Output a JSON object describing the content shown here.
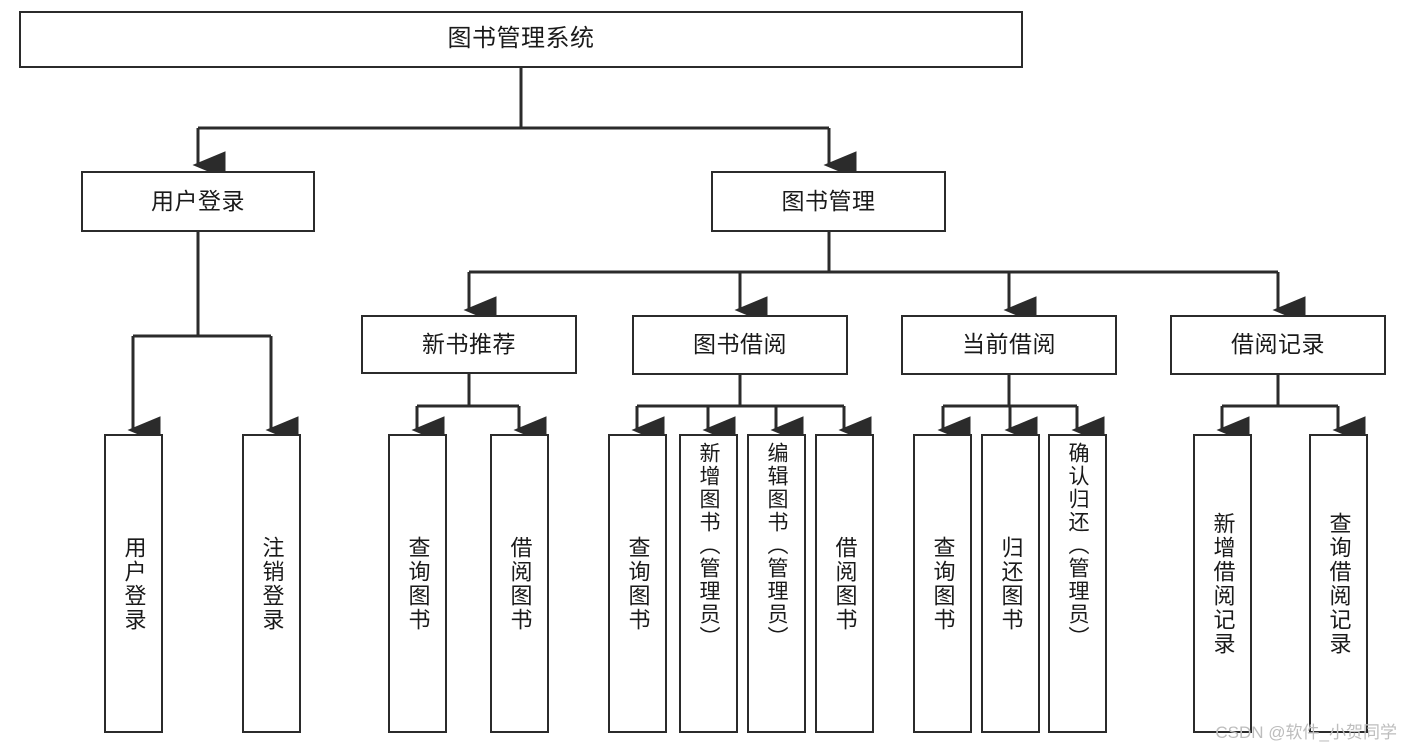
{
  "diagram": {
    "title": "图书管理系统",
    "watermark": "CSDN @软件_小贺同学",
    "colors": {
      "border": "#2b2b2b",
      "background": "#ffffff",
      "text": "#1a1a1a",
      "connector": "#2b2b2b",
      "watermark": "#bdbdbd"
    },
    "levels": {
      "root": "图书管理系统",
      "level2": [
        "用户登录",
        "图书管理"
      ],
      "level3": [
        "新书推荐",
        "图书借阅",
        "当前借阅",
        "借阅记录"
      ]
    },
    "nodes": {
      "root": {
        "label": "图书管理系统"
      },
      "user_login": {
        "label": "用户登录"
      },
      "book_manage": {
        "label": "图书管理"
      },
      "new_book_rec": {
        "label": "新书推荐"
      },
      "book_borrow": {
        "label": "图书借阅"
      },
      "current_borrow": {
        "label": "当前借阅"
      },
      "borrow_record": {
        "label": "借阅记录"
      },
      "leaf_user_login": {
        "label": "用户登录"
      },
      "leaf_user_logout": {
        "label": "注销登录"
      },
      "leaf_query_book_1": {
        "label": "查询图书"
      },
      "leaf_borrow_book_1": {
        "label": "借阅图书"
      },
      "leaf_query_book_2": {
        "label": "查询图书"
      },
      "leaf_add_book_admin": {
        "label": "新增图书（管理员）"
      },
      "leaf_edit_book_admin": {
        "label": "编辑图书（管理员）"
      },
      "leaf_borrow_book_2": {
        "label": "借阅图书"
      },
      "leaf_query_book_3": {
        "label": "查询图书"
      },
      "leaf_return_book": {
        "label": "归还图书"
      },
      "leaf_confirm_return_admin": {
        "label": "确认归还（管理员）"
      },
      "leaf_add_record": {
        "label": "新增借阅记录"
      },
      "leaf_query_record": {
        "label": "查询借阅记录"
      }
    },
    "tree": {
      "name": "图书管理系统",
      "children": [
        {
          "name": "用户登录",
          "children": [
            {
              "name": "用户登录"
            },
            {
              "name": "注销登录"
            }
          ]
        },
        {
          "name": "图书管理",
          "children": [
            {
              "name": "新书推荐",
              "children": [
                {
                  "name": "查询图书"
                },
                {
                  "name": "借阅图书"
                }
              ]
            },
            {
              "name": "图书借阅",
              "children": [
                {
                  "name": "查询图书"
                },
                {
                  "name": "新增图书（管理员）"
                },
                {
                  "name": "编辑图书（管理员）"
                },
                {
                  "name": "借阅图书"
                }
              ]
            },
            {
              "name": "当前借阅",
              "children": [
                {
                  "name": "查询图书"
                },
                {
                  "name": "归还图书"
                },
                {
                  "name": "确认归还（管理员）"
                }
              ]
            },
            {
              "name": "借阅记录",
              "children": [
                {
                  "name": "新增借阅记录"
                },
                {
                  "name": "查询借阅记录"
                }
              ]
            }
          ]
        }
      ]
    }
  }
}
